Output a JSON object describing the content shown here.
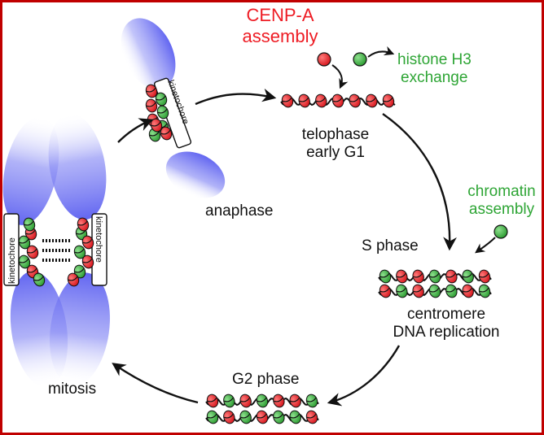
{
  "colors": {
    "border": "#c00000",
    "cenp_a": "#ee1c24",
    "histone_h3": "#3aa935",
    "chromosome": "#6b6ff0",
    "dna": "#111111"
  },
  "labels": {
    "cenp_a_line1": "CENP-A",
    "cenp_a_line2": "assembly",
    "histone_line1": "histone H3",
    "histone_line2": "exchange",
    "telophase_line1": "telophase",
    "telophase_line2": "early G1",
    "chromatin_line1": "chromatin",
    "chromatin_line2": "assembly",
    "s_phase": "S phase",
    "centromere_line1": "centromere",
    "centromere_line2": "DNA replication",
    "g2_phase": "G2 phase",
    "mitosis": "mitosis",
    "anaphase": "anaphase",
    "kinetochore": "kinetochore"
  }
}
